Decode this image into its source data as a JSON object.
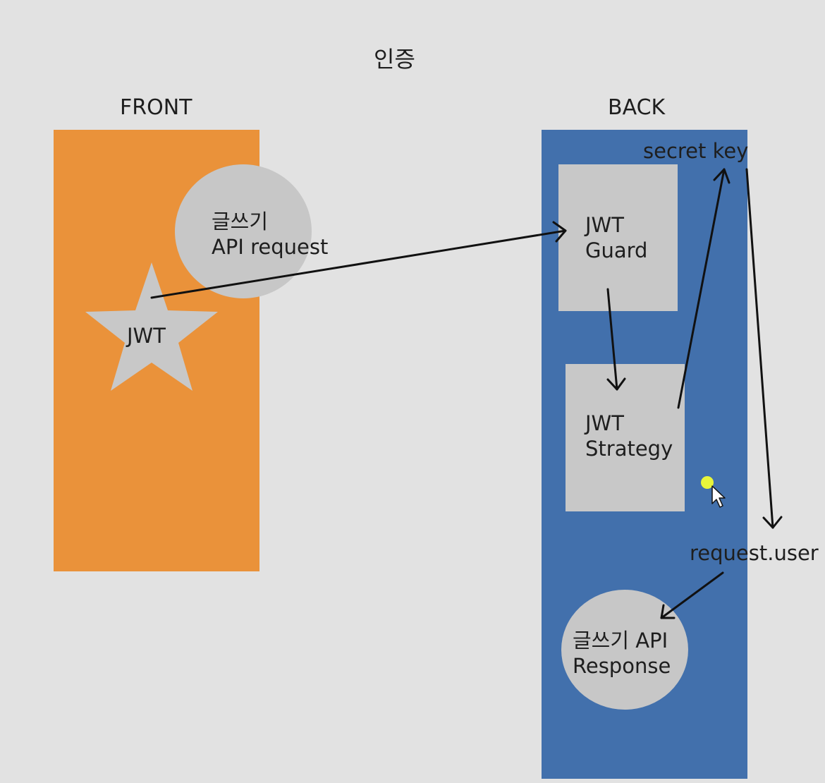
{
  "title": "인증",
  "front": {
    "title": "FRONT"
  },
  "back": {
    "title": "BACK"
  },
  "nodes": {
    "request": {
      "line1": "글쓰기",
      "line2": "API request"
    },
    "jwt": {
      "label": "JWT"
    },
    "guard": {
      "line1": "JWT",
      "line2": "Guard"
    },
    "strategy": {
      "line1": "JWT",
      "line2": "Strategy"
    },
    "secret": {
      "label": "secret key"
    },
    "request_user": {
      "label": "request.user"
    },
    "response": {
      "line1": "글쓰기 API",
      "line2": "Response"
    }
  },
  "colors": {
    "background": "#e2e2e2",
    "front": "#ea923a",
    "back": "#4270ac",
    "node": "#c8c8c8",
    "arrow": "#111111",
    "cursor_highlight": "#e8f53a"
  },
  "icons": {
    "cursor": "mouse-pointer-icon"
  }
}
